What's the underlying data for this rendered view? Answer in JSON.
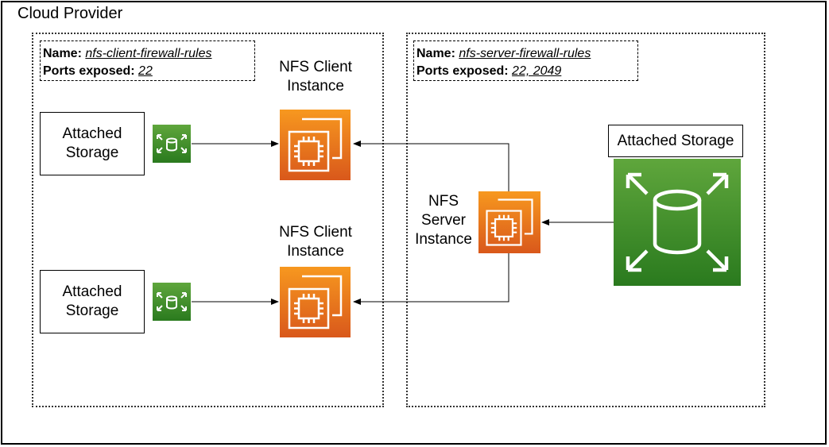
{
  "title": "Cloud Provider",
  "client_zone": {
    "name_key": "Name:",
    "name_value": "nfs-client-firewall-rules",
    "ports_key": "Ports exposed:",
    "ports_value": "22",
    "client_top": {
      "caption_line1": "NFS Client",
      "caption_line2": "Instance",
      "storage_line1": "Attached",
      "storage_line2": "Storage"
    },
    "client_bottom": {
      "caption_line1": "NFS Client",
      "caption_line2": "Instance",
      "storage_line1": "Attached",
      "storage_line2": "Storage"
    }
  },
  "server_zone": {
    "name_key": "Name:",
    "name_value": "nfs-server-firewall-rules",
    "ports_key": "Ports exposed:",
    "ports_value": "22, 2049",
    "server": {
      "caption_line1": "NFS",
      "caption_line2": "Server",
      "caption_line3": "Instance"
    },
    "storage_label": "Attached Storage"
  },
  "colors": {
    "ec2_orange_top": "#F7981F",
    "ec2_orange_bottom": "#D9581B",
    "storage_green_top": "#5FA63C",
    "storage_green_bottom": "#2A7A1E"
  },
  "icons": [
    "ec2-instance-icon",
    "block-storage-icon"
  ]
}
